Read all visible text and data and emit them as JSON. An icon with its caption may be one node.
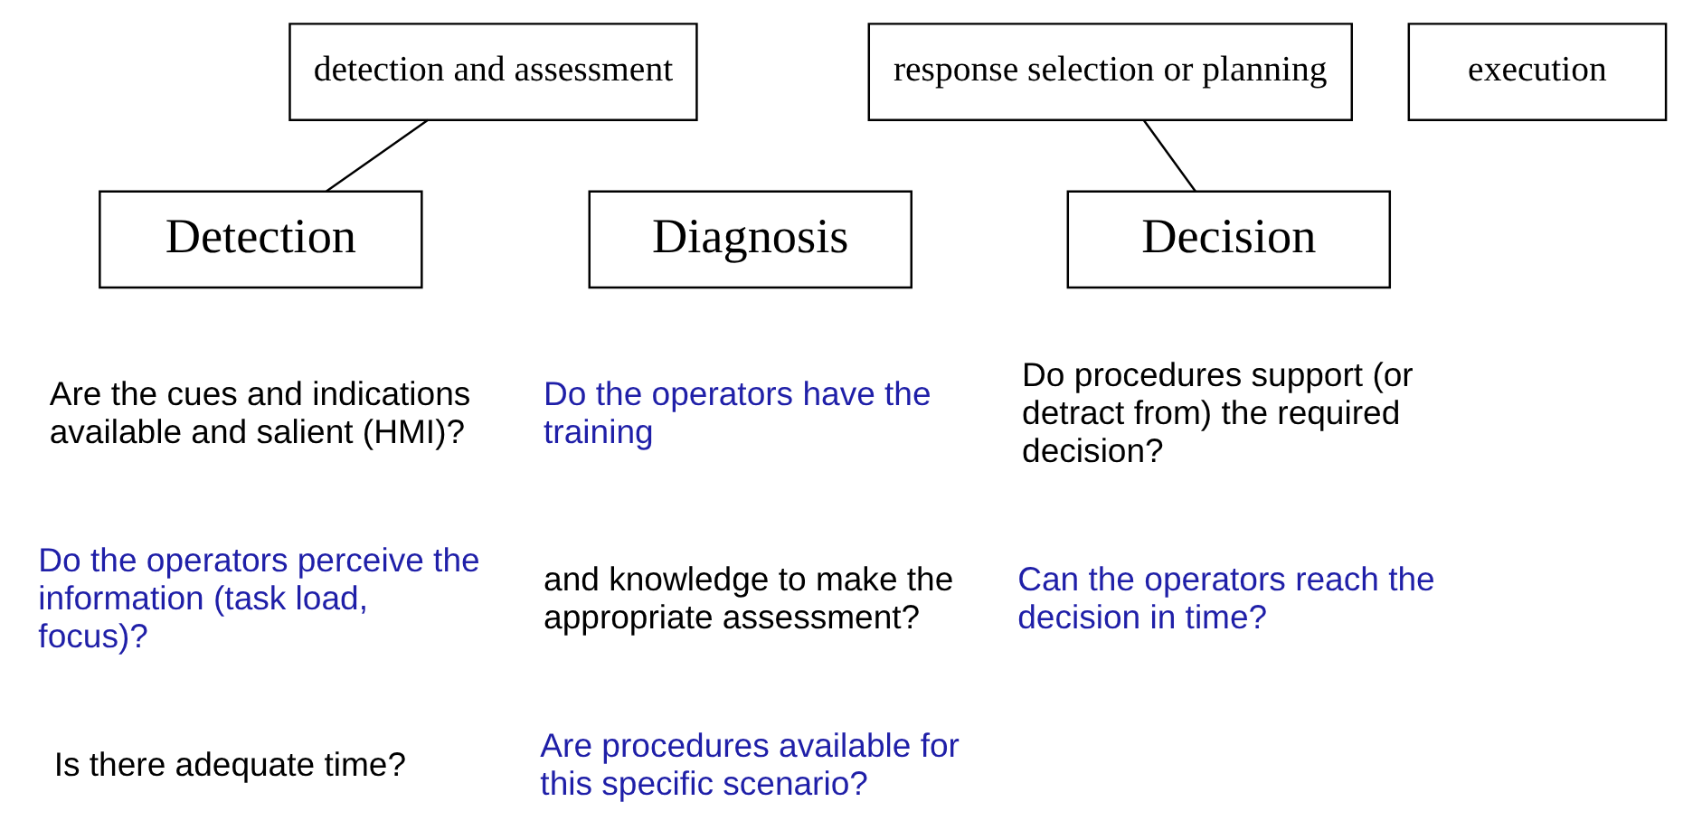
{
  "diagram": {
    "nodes": [
      {
        "text": [
          "detection and assessment"
        ]
      },
      {
        "text": [
          "response selection or planning"
        ]
      },
      {
        "text": [
          "execution"
        ]
      },
      {
        "text": [
          "Detection"
        ]
      },
      {
        "text": [
          "Diagnosis"
        ]
      },
      {
        "text": [
          "Decision"
        ]
      }
    ],
    "edges": [
      {
        "from": 0,
        "to": 3,
        "arrow": "none"
      },
      {
        "from": 1,
        "to": 5,
        "arrow": "none"
      }
    ],
    "labels": [
      "Are the cues and indications available and salient (HMI)?",
      "Do the operators perceive the information (task load, focus)?",
      "Is there adequate time?",
      "Do the operators have the training",
      "and knowledge to make the appropriate assessment?",
      "Are procedures available for this specific scenario?",
      "Do procedures support (or detract from) the required decision?",
      "Can the operators reach the decision in time?"
    ]
  }
}
